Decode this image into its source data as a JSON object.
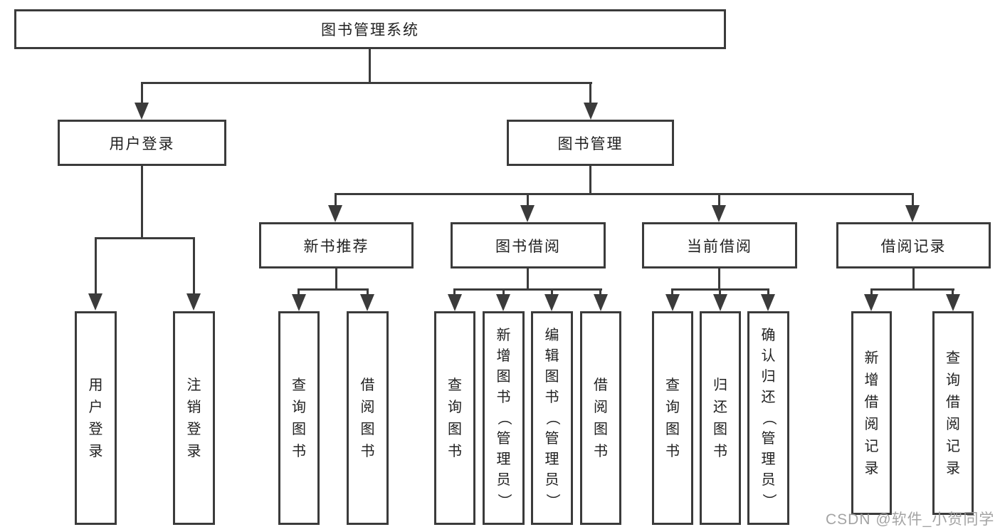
{
  "diagram": {
    "title": "图书管理系统",
    "watermark": "CSDN @软件_小贺同学",
    "colors": {
      "line": "#3b3b3b",
      "text": "#212121",
      "watermark": "#9c9c9c",
      "background": "#ffffff"
    },
    "nodes": {
      "root": {
        "label": "图书管理系统"
      },
      "user_login": {
        "label": "用户登录"
      },
      "book_mgmt": {
        "label": "图书管理"
      },
      "new_book_rec": {
        "label": "新书推荐"
      },
      "book_borrow": {
        "label": "图书借阅"
      },
      "current_borrow": {
        "label": "当前借阅"
      },
      "borrow_record": {
        "label": "借阅记录"
      },
      "l_user_login": {
        "label": "用户登录"
      },
      "l_logout": {
        "label": "注销登录"
      },
      "l_query_book_a": {
        "label": "查询图书"
      },
      "l_borrow_book_a": {
        "label": "借阅图书"
      },
      "l_query_book_b": {
        "label": "查询图书"
      },
      "l_add_book": {
        "label": "新增图书（管理员）"
      },
      "l_edit_book": {
        "label": "编辑图书（管理员）"
      },
      "l_borrow_book_b": {
        "label": "借阅图书"
      },
      "l_query_book_c": {
        "label": "查询图书"
      },
      "l_return_book": {
        "label": "归还图书"
      },
      "l_confirm_return": {
        "label": "确认归还（管理员）"
      },
      "l_add_record": {
        "label": "新增借阅记录"
      },
      "l_query_record": {
        "label": "查询借阅记录"
      }
    },
    "edges": [
      [
        "root",
        "user_login"
      ],
      [
        "root",
        "book_mgmt"
      ],
      [
        "user_login",
        "l_user_login"
      ],
      [
        "user_login",
        "l_logout"
      ],
      [
        "book_mgmt",
        "new_book_rec"
      ],
      [
        "book_mgmt",
        "book_borrow"
      ],
      [
        "book_mgmt",
        "current_borrow"
      ],
      [
        "book_mgmt",
        "borrow_record"
      ],
      [
        "new_book_rec",
        "l_query_book_a"
      ],
      [
        "new_book_rec",
        "l_borrow_book_a"
      ],
      [
        "book_borrow",
        "l_query_book_b"
      ],
      [
        "book_borrow",
        "l_add_book"
      ],
      [
        "book_borrow",
        "l_edit_book"
      ],
      [
        "book_borrow",
        "l_borrow_book_b"
      ],
      [
        "current_borrow",
        "l_query_book_c"
      ],
      [
        "current_borrow",
        "l_return_book"
      ],
      [
        "current_borrow",
        "l_confirm_return"
      ],
      [
        "borrow_record",
        "l_add_record"
      ],
      [
        "borrow_record",
        "l_query_record"
      ]
    ]
  }
}
